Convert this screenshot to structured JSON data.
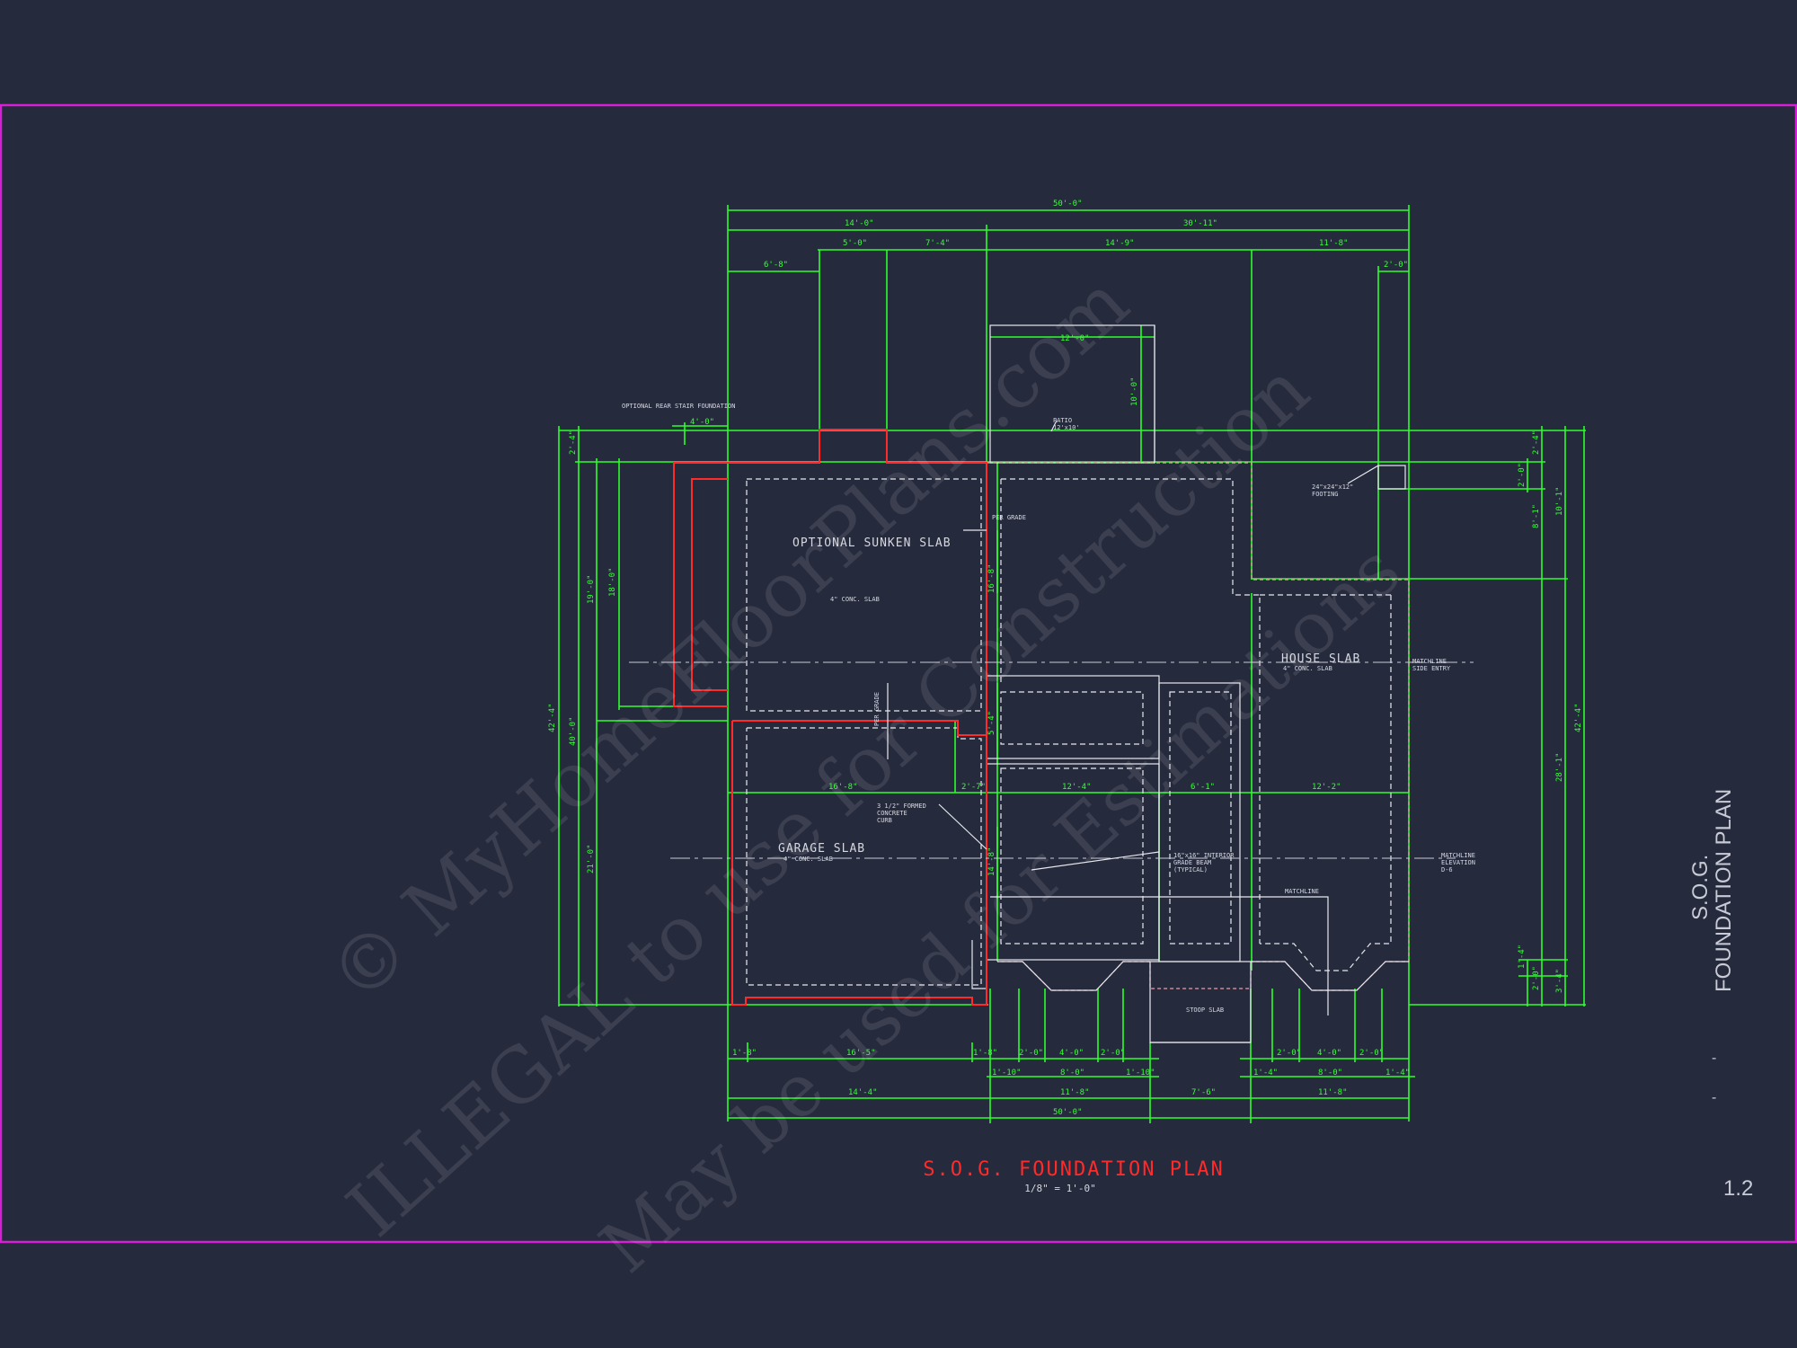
{
  "drawing": {
    "title": "S.O.G. FOUNDATION PLAN",
    "scale": "1/8\" = 1'-0\"",
    "sheet_title": "S.O.G. FOUNDATION PLAN",
    "sheet_title_line1": "S.O.G.",
    "sheet_title_line2": "FOUNDATION PLAN",
    "sheet_number": "1.2",
    "watermark_1": "© MyHomeFloorPlans.com",
    "watermark_2": "ILLEGAL to use for Construction",
    "watermark_3": "May be used for Estimations"
  },
  "labels": {
    "optional_sunken_slab": "OPTIONAL SUNKEN SLAB",
    "sunken_conc": "4\" CONC. SLAB",
    "house_slab": "HOUSE SLAB",
    "house_conc": "4\" CONC. SLAB",
    "garage_slab": "GARAGE SLAB",
    "garage_conc": "4\" CONC. SLAB",
    "optional_rear_stair": "OPTIONAL REAR STAIR FOUNDATION",
    "patio": "PATIO",
    "patio_size": "12'x10'",
    "footing_1": "24\"x24\"x12\"",
    "footing_2": "FOOTING",
    "per_grade": "PER GRADE",
    "matchline_se_1": "MATCHLINE",
    "matchline_se_2": "SIDE ENTRY",
    "matchline_el_1": "MATCHLINE",
    "matchline_el_2": "ELEVATION",
    "matchline_el_3": "D-6",
    "matchline": "MATCHLINE",
    "curb_1": "3 1/2\" FORMED",
    "curb_2": "CONCRETE",
    "curb_3": "CURB",
    "beam_1": "16\"x16\" INTERIOR",
    "beam_2": "GRADE BEAM",
    "beam_3": "(TYPICAL)",
    "stoop_slab": "STOOP SLAB"
  },
  "dimensions": {
    "top_overall": "50'-0\"",
    "top_left": "14'-0\"",
    "top_right": "30'-11\"",
    "t_5_0": "5'-0\"",
    "t_7_4": "7'-4\"",
    "t_14_9": "14'-9\"",
    "t_11_8": "11'-8\"",
    "t_6_8": "6'-8\"",
    "t_2_0": "2'-0\"",
    "patio_w": "12'-0\"",
    "patio_h": "10'-0\"",
    "stair_w": "4'-0\"",
    "left_2_4": "2'-4\"",
    "left_42_4": "42'-4\"",
    "left_40_0": "40'-0\"",
    "left_19_0": "19'-0\"",
    "left_18_0": "18'-0\"",
    "left_21_0": "21'-0\"",
    "right_2_4": "2'-4\"",
    "right_2_0": "2'-0\"",
    "right_8_1": "8'-1\"",
    "right_10_1": "10'-1\"",
    "right_42_4": "42'-4\"",
    "right_28_1": "28'-1\"",
    "right_3_4": "3'-4\"",
    "right_2_0b": "2'-0\"",
    "right_1_4": "1'-4\"",
    "mid_16_8": "16'-8\"",
    "mid_2_7": "2'-7\"",
    "mid_12_4": "12'-4\"",
    "mid_6_1": "6'-1\"",
    "mid_12_2": "12'-2\"",
    "v_16_8": "16'-8\"",
    "v_5_4": "5'-4\"",
    "v_14_8": "14'-8\"",
    "b_1_8a": "1'-8\"",
    "b_16_5": "16'-5\"",
    "b_1_8b": "1'-8\"",
    "b_2_0a": "2'-0\"",
    "b_4_0a": "4'-0\"",
    "b_2_0b": "2'-0\"",
    "b_2_0c": "2'-0\"",
    "b_4_0b": "4'-0\"",
    "b_2_0d": "2'-0\"",
    "b_1_10a": "1'-10\"",
    "b_8_0a": "8'-0\"",
    "b_1_10b": "1'-10\"",
    "b_1_4a": "1'-4\"",
    "b_8_0b": "8'-0\"",
    "b_1_4b": "1'-4\"",
    "b_14_4": "14'-4\"",
    "b_11_8a": "11'-8\"",
    "b_7_6": "7'-6\"",
    "b_11_8b": "11'-8\"",
    "bottom_overall": "50'-0\""
  },
  "colors": {
    "background": "#252a3c",
    "border": "#d61fd6",
    "dimension": "#2cff2c",
    "slab_outline": "#ff2a2a",
    "title": "#ff2a2a"
  }
}
